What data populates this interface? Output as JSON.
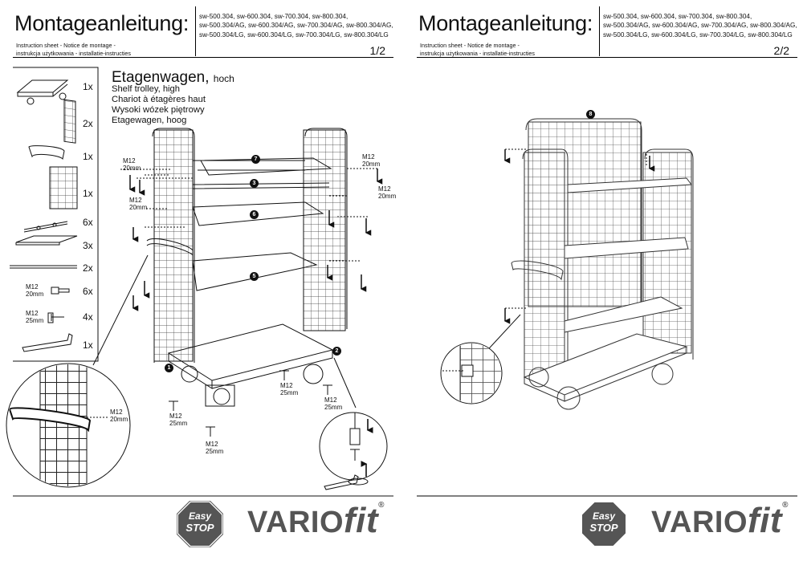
{
  "header": {
    "title": "Montageanleitung:",
    "sub1": "Instruction sheet - Notice de montage -",
    "sub2": "instrukcja użytkowania - installatie-instructies",
    "codes1": "sw-500.304, sw-600.304, sw-700.304, sw-800.304,",
    "codes2": "sw-500.304/AG, sw-600.304/AG, sw-700.304/AG, sw-800.304/AG,",
    "codes3": "sw-500.304/LG, sw-600.304/LG, sw-700.304/LG, sw-800.304/LG"
  },
  "pages": [
    "1/2",
    "2/2"
  ],
  "product": {
    "name": "Etagenwagen,",
    "variant": "hoch",
    "translations": [
      "Shelf trolley, high",
      "Chariot à étagères haut",
      "Wysoki wózek piętrowy",
      "Etagewagen, hoog"
    ]
  },
  "parts": [
    {
      "qty": "1x",
      "icon": "trolley-base-icon"
    },
    {
      "qty": "2x",
      "icon": "mesh-side-panel-icon"
    },
    {
      "qty": "1x",
      "icon": "push-handle-icon"
    },
    {
      "qty": "1x",
      "icon": "mesh-back-panel-icon"
    },
    {
      "qty": "6x",
      "icon": "shelf-bracket-icon"
    },
    {
      "qty": "3x",
      "icon": "shelf-board-icon"
    },
    {
      "qty": "2x",
      "icon": "rod-icon"
    },
    {
      "qty": "6x",
      "icon": "bolt-icon",
      "size1": "M12",
      "size2": "20mm"
    },
    {
      "qty": "4x",
      "icon": "screw-icon",
      "size1": "M12",
      "size2": "25mm"
    },
    {
      "qty": "1x",
      "icon": "allen-key-icon"
    }
  ],
  "fasteners": {
    "m12": "M12",
    "mm20": "20mm",
    "mm25": "25mm"
  },
  "steps": {
    "s1": "1",
    "s2": "2",
    "s5": "5",
    "s6": "6",
    "s3": "3",
    "s7": "7",
    "s8": "8"
  },
  "brand": {
    "easy": "Easy",
    "stop": "STOP",
    "vario": "VARIO",
    "fit": "fit",
    "reg": "®"
  },
  "colors": {
    "line": "#111111",
    "brand_grey": "#555555",
    "logo_bg": "#555555"
  }
}
